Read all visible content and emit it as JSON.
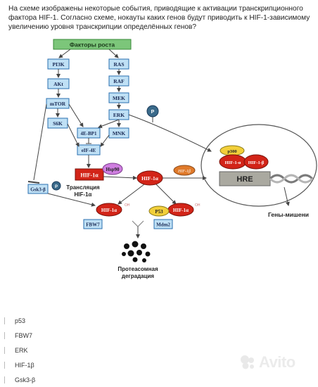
{
  "question": {
    "text": "На схеме изображены некоторые события, приводящие к активации транскрипционного фактора HIF-1. Согласно схеме, нокауты каких генов будут приводить к HIF-1-зависимому увеличению уровня транскрипции определённых генов?"
  },
  "diagram": {
    "growth_factors": "Факторы роста",
    "nodes": {
      "pi3k": "PI3K",
      "akt": "AKt",
      "mtor": "mTOR",
      "s6k": "S6K",
      "ras": "RAS",
      "raf": "RAF",
      "mek": "MEK",
      "erk": "ERK",
      "mnk": "MNK",
      "ebp1": "4E-BP1",
      "eif4e": "eIF-4E",
      "hif1a_main": "HIF-1α",
      "hsp90": "Hsp90",
      "hif1a_mid": "HIF-1α",
      "hif1b_small": "HIF-1β",
      "p": "P",
      "p300": "p300",
      "hif1a_nuc": "HIF-1-α",
      "hif1b_nuc": "HIF-1-β",
      "hre": "HRE",
      "gsk3b": "Gsk3-β",
      "fbw7": "FBW7",
      "hif1a_left": "HIF-1α",
      "hif1a_right": "HIF-1α",
      "p53": "P53",
      "mdm2": "Mdm2",
      "oh": "OH"
    },
    "translation_label": "Трансляция HIF-1α",
    "genes_label": "Гены-мишени",
    "degradation_label": "Протеасомная деградация"
  },
  "options": [
    {
      "label": "p53"
    },
    {
      "label": "FBW7"
    },
    {
      "label": "ERK"
    },
    {
      "label": "HIF-1β"
    },
    {
      "label": "Gsk3-β"
    }
  ],
  "watermark": {
    "text": "Avito"
  },
  "colors": {
    "blue_box": "#bfe0f5",
    "blue_border": "#2a6fb0",
    "red": "#d22418",
    "green": "#7cc67a",
    "purple": "#cf7ee0",
    "orange": "#e07a2a",
    "yellow": "#f2cf3a"
  }
}
